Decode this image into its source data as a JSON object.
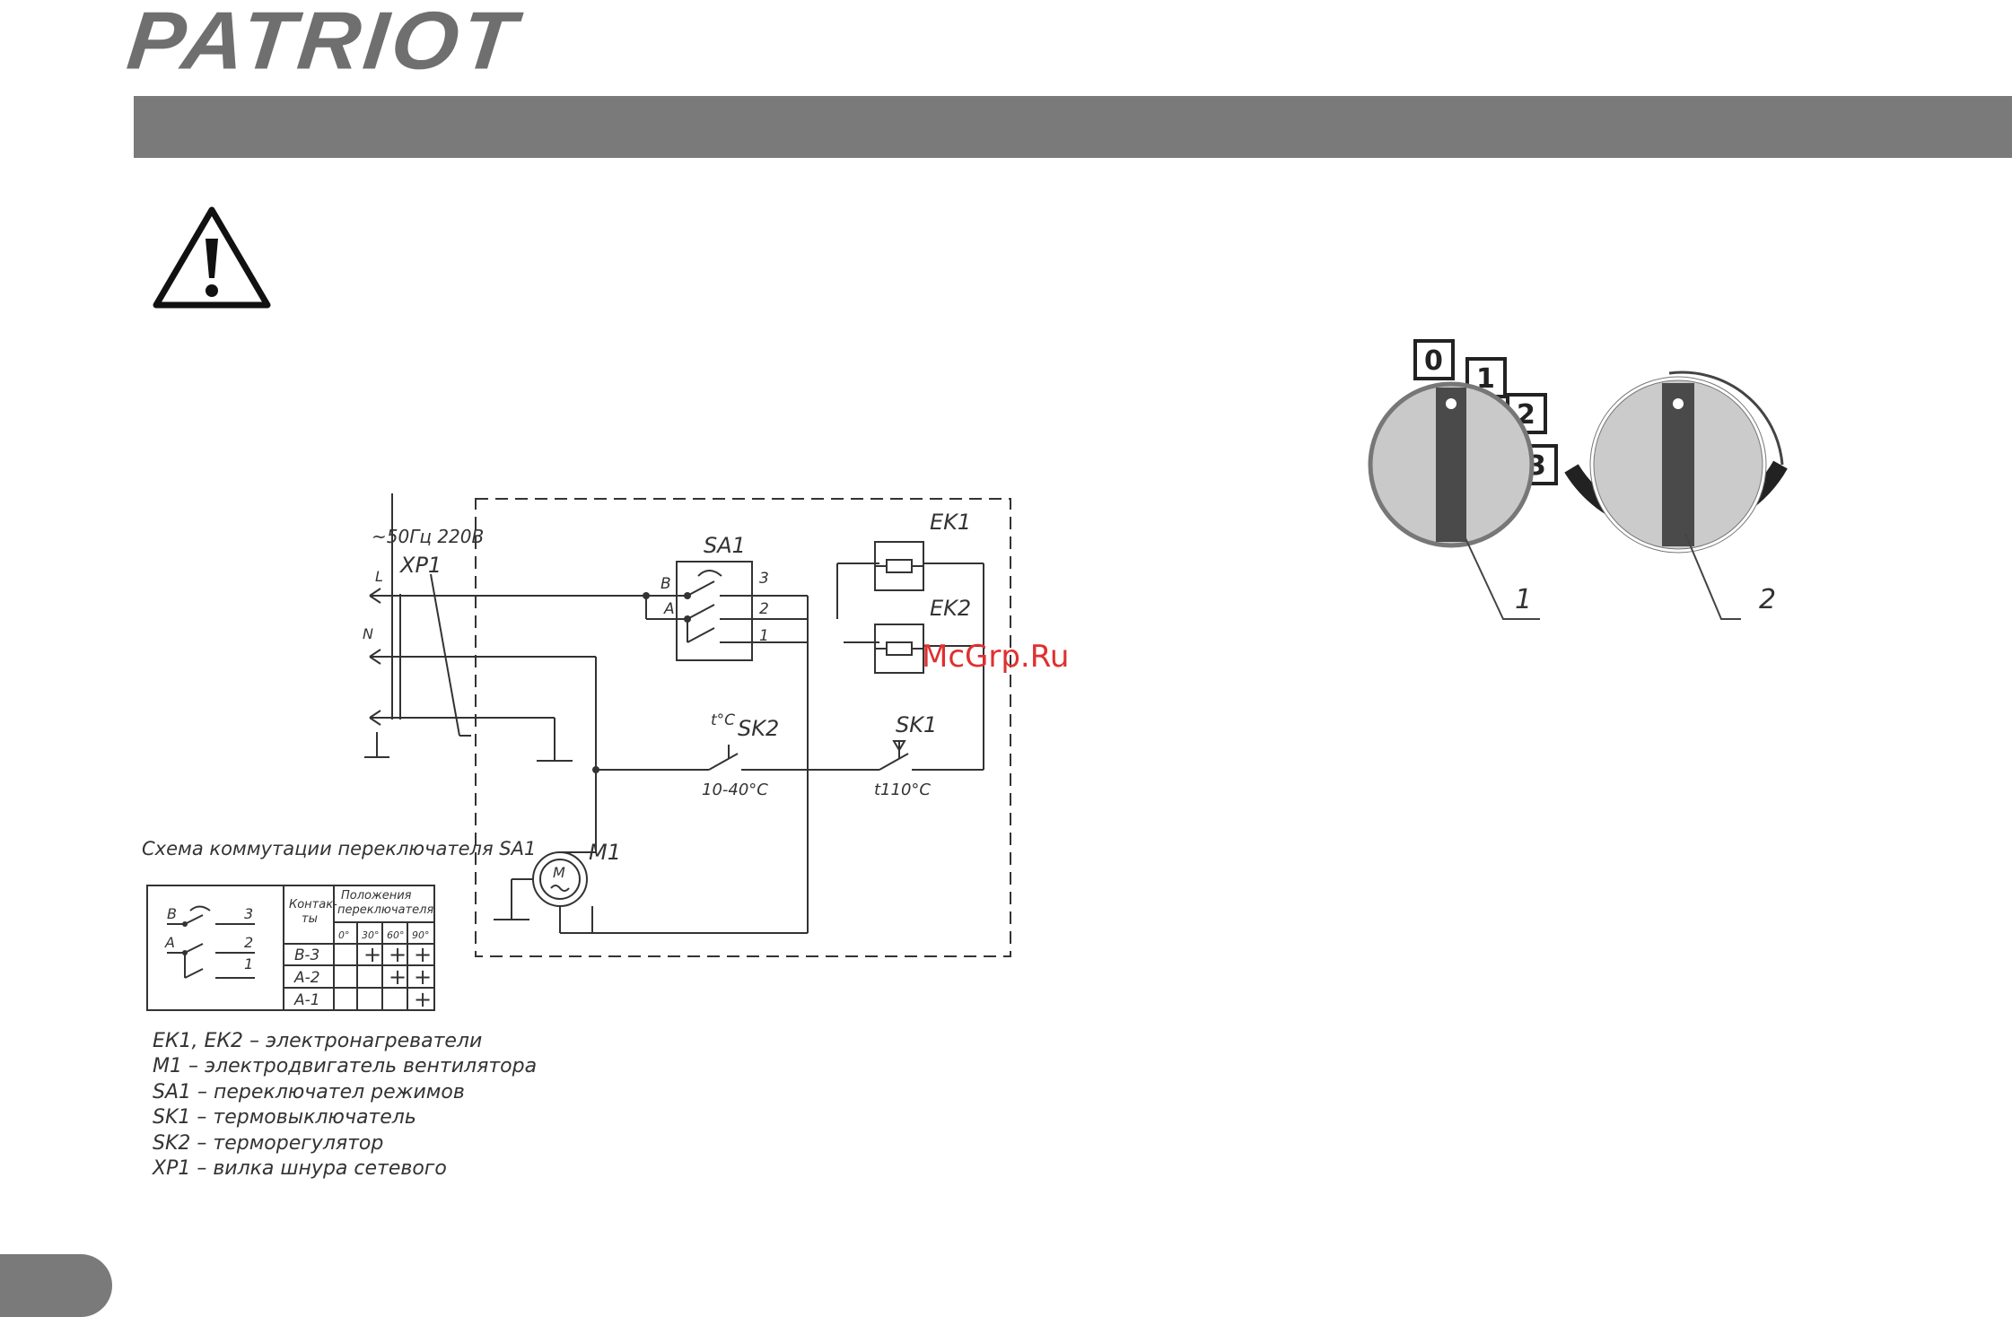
{
  "brand": {
    "logo_text": "PATRIOT"
  },
  "header_bar": {
    "color": "#7b7a7b"
  },
  "warning": {
    "icon": "warning-triangle-icon"
  },
  "schematic": {
    "supply": "~50Гц 220В",
    "plug": "XP1",
    "line_l": "L",
    "line_n": "N",
    "switch": "SA1",
    "switch_b": "B",
    "switch_a": "A",
    "pos_3": "3",
    "pos_2": "2",
    "pos_1": "1",
    "heater_1": "EK1",
    "heater_2": "EK2",
    "thermostat": "SK2",
    "thermostat_temp": "t°C",
    "thermostat_range": "10-40°С",
    "cutout": "SK1",
    "cutout_temp": "t110°C",
    "motor": "M1",
    "motor_symbol": "M"
  },
  "switching_table": {
    "caption": "Схема коммутации переключателя SA1",
    "col_contacts_line1": "Контак-",
    "col_contacts_line2": "ты",
    "col_positions_line1": "Положения",
    "col_positions_line2": "переключателя",
    "angles": [
      "0°",
      "30°",
      "60°",
      "90°"
    ],
    "rows": [
      {
        "contact": "B-3",
        "marks": [
          "",
          "+",
          "+",
          "+"
        ]
      },
      {
        "contact": "A-2",
        "marks": [
          "",
          "",
          "+",
          "+"
        ]
      },
      {
        "contact": "A-1",
        "marks": [
          "",
          "",
          "",
          "+"
        ]
      }
    ],
    "mini_labels": {
      "b": "B",
      "a": "A",
      "p3": "3",
      "p2": "2",
      "p1": "1"
    }
  },
  "legend": [
    "ЕК1, ЕК2 – электронагреватели",
    "М1 – электродвигатель вентилятора",
    "SA1 – переключател режимов",
    "SK1 – термовыключатель",
    "SK2 – терморегулятор",
    "ХР1 – вилка шнура сетевого"
  ],
  "knobs": {
    "positions": [
      "0",
      "1",
      "2",
      "3"
    ],
    "callout_1": "1",
    "callout_2": "2"
  },
  "watermark": "McGrp.Ru"
}
